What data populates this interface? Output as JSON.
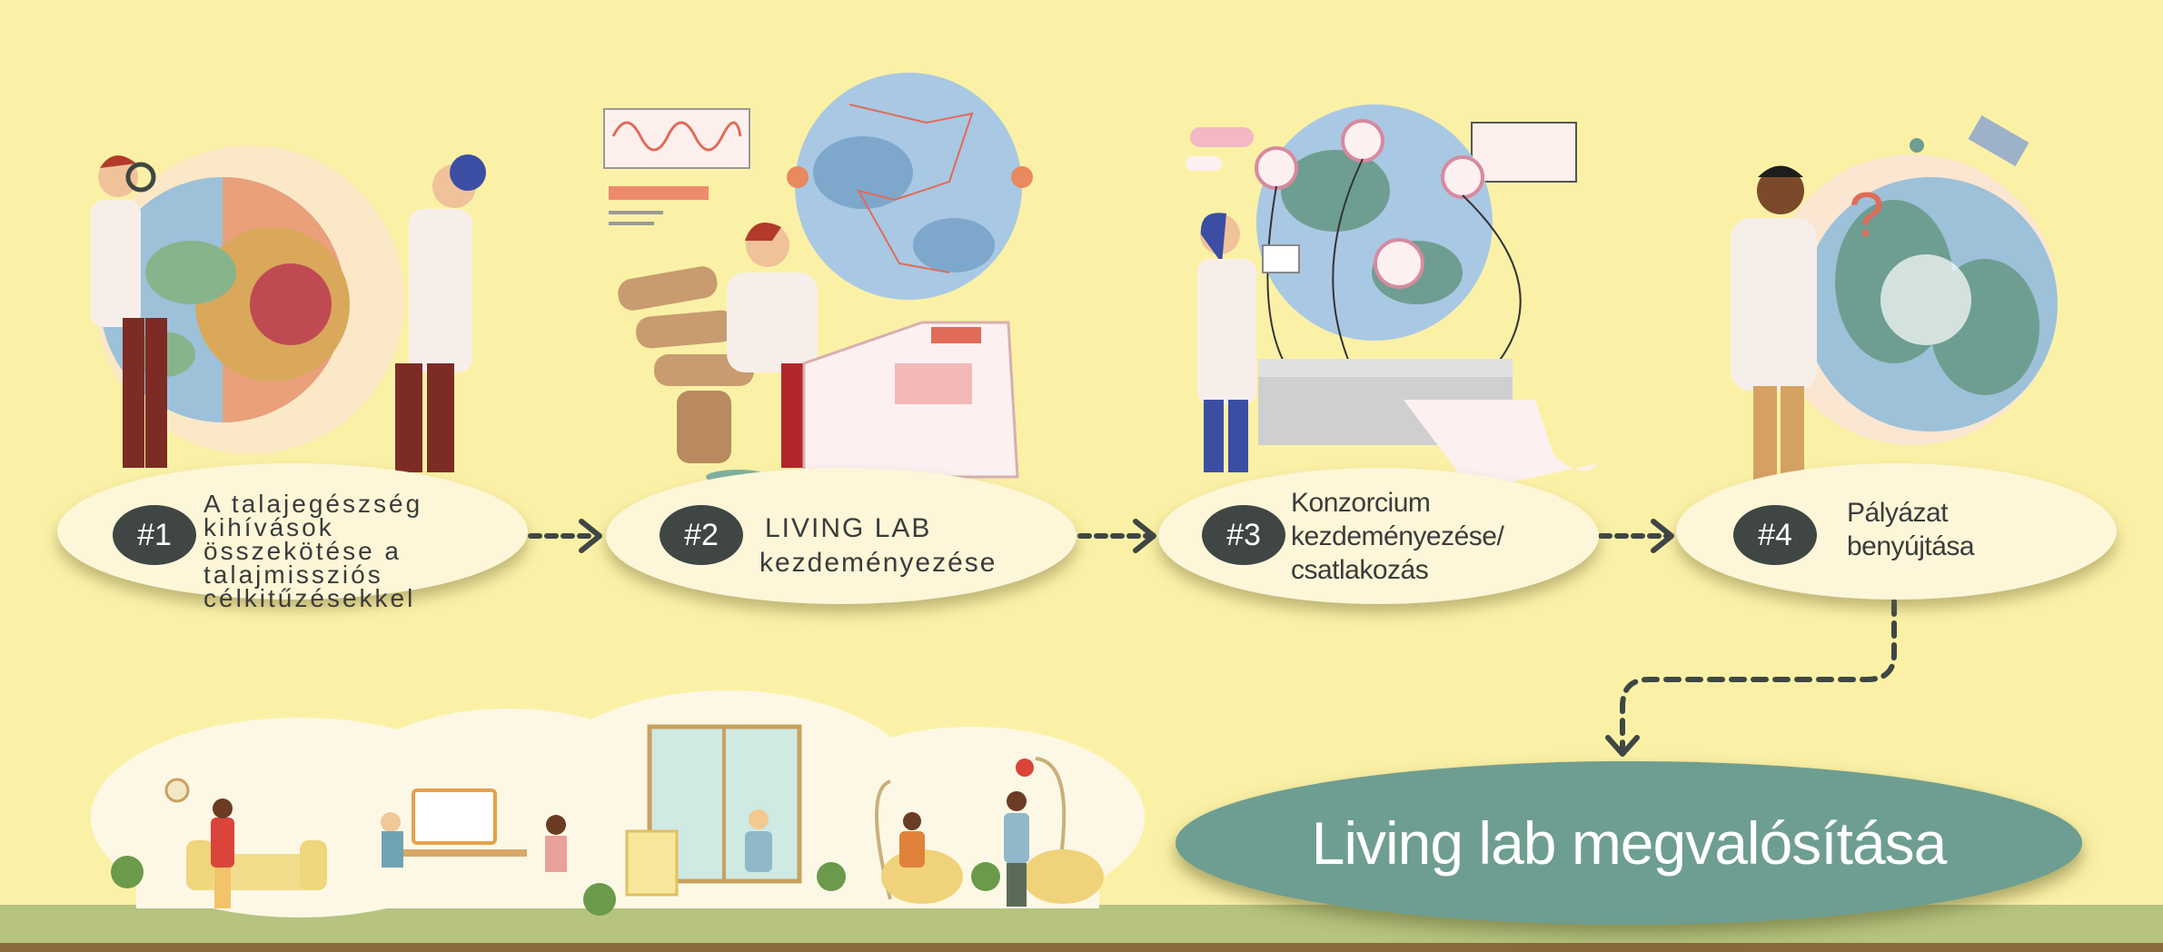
{
  "steps": [
    {
      "badge": "#1",
      "lines": [
        "A talajegészség",
        "kihívások",
        "összekötése a",
        "talajmissziós",
        "célkitűzésekkel"
      ]
    },
    {
      "badge": "#2",
      "lines": [
        "LIVING LAB",
        "kezdeményezése"
      ]
    },
    {
      "badge": "#3",
      "lines": [
        "Konzorcium",
        "kezdeményezése/",
        "csatlakozás"
      ]
    },
    {
      "badge": "#4",
      "lines": [
        "Pályázat",
        "benyújtása"
      ]
    }
  ],
  "final": {
    "label": "Living lab megvalósítása"
  },
  "colors": {
    "background": "#fbf1a6",
    "pill": "#fdf6d8",
    "badge": "#3f4644",
    "final_oval": "#6e9e91",
    "arrow": "#3f4644",
    "ground": "#b6c47f"
  }
}
